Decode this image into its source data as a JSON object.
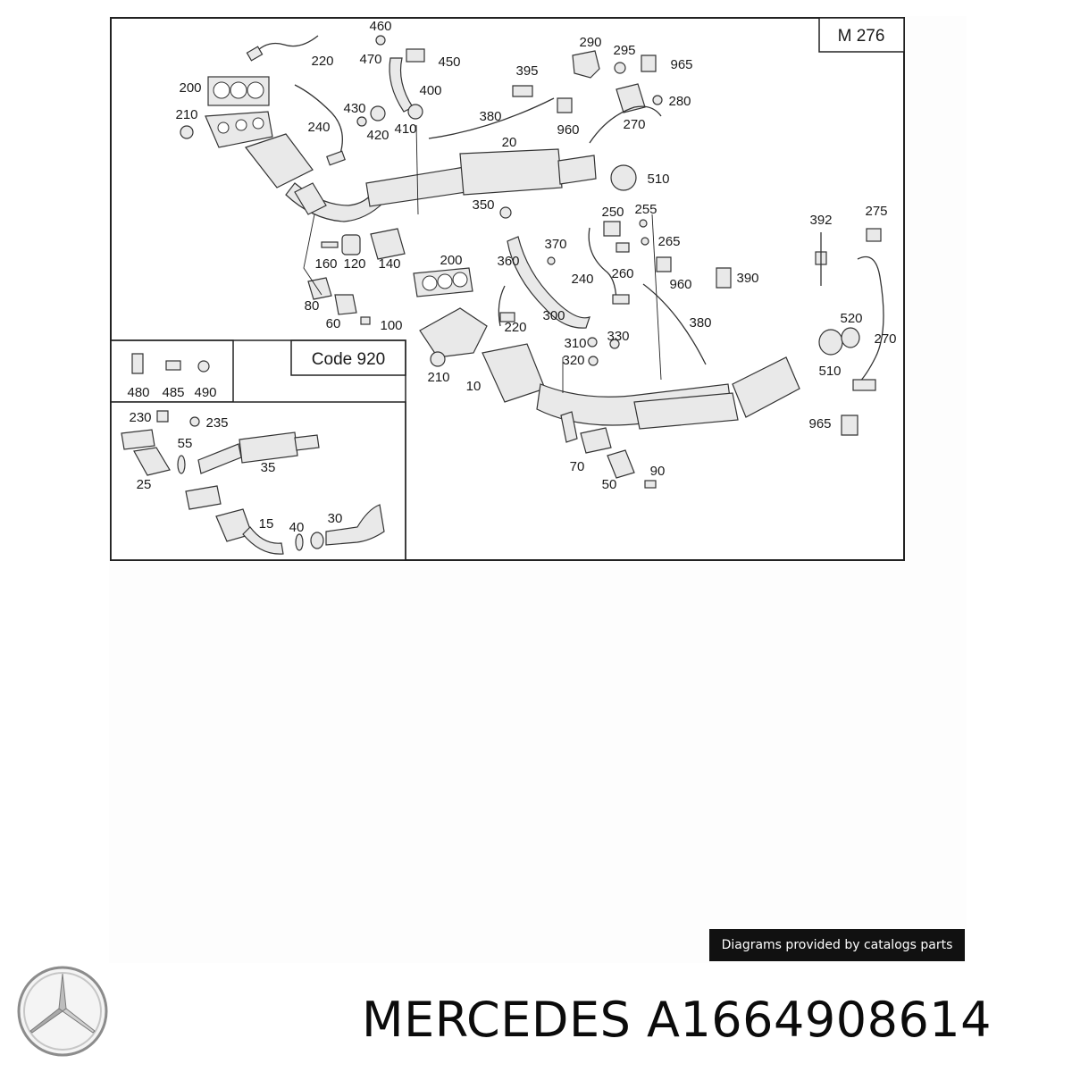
{
  "diagram": {
    "model_label": "M 276",
    "variant_label": "Code 920",
    "callouts": {
      "c460": "460",
      "c220a": "220",
      "c470": "470",
      "c450": "450",
      "c400": "400",
      "c200a": "200",
      "c210a": "210",
      "c240a": "240",
      "c430": "430",
      "c420": "420",
      "c410": "410",
      "c290": "290",
      "c295": "295",
      "c965a": "965",
      "c395": "395",
      "c280": "280",
      "c380a": "380",
      "c960a": "960",
      "c270a": "270",
      "c20": "20",
      "c510a": "510",
      "c350": "350",
      "c250": "250",
      "c255": "255",
      "c265": "265",
      "c370": "370",
      "c360": "360",
      "c260": "260",
      "c240b": "240",
      "c960b": "960",
      "c390": "390",
      "c392": "392",
      "c275": "275",
      "c160": "160",
      "c120": "120",
      "c140": "140",
      "c200b": "200",
      "c80": "80",
      "c60": "60",
      "c100": "100",
      "c220b": "220",
      "c300": "300",
      "c380b": "380",
      "c520": "520",
      "c270b": "270",
      "c310": "310",
      "c330": "330",
      "c320": "320",
      "c210b": "210",
      "c10": "10",
      "c510b": "510",
      "c965b": "965",
      "c70": "70",
      "c90": "90",
      "c50": "50",
      "c480": "480",
      "c485": "485",
      "c490": "490",
      "c230": "230",
      "c235": "235",
      "c55": "55",
      "c35": "35",
      "c25": "25",
      "c15": "15",
      "c40": "40",
      "c30": "30"
    }
  },
  "credit_text": "Diagrams provided by catalogs parts",
  "brand": {
    "logo_icon": "mercedes-star-icon",
    "title": "MERCEDES A1664908614"
  }
}
